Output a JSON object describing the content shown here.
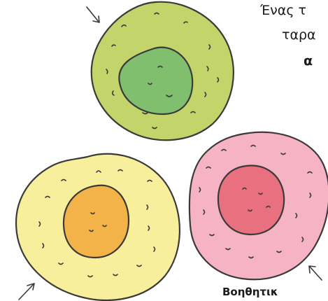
{
  "text_lines": {
    "line1": "Ένας τ",
    "line2": "ταρα",
    "line3": "α",
    "caption": "Βοηθητικ"
  },
  "colors": {
    "green_outer": "#c3d46a",
    "green_inner": "#7fbf6e",
    "yellow_outer": "#f8ef9c",
    "orange_inner": "#f4b348",
    "pink_outer": "#f5b3c3",
    "red_inner": "#e9707f",
    "outline": "#3a3a3a"
  },
  "cells": [
    {
      "name": "green-cell",
      "outer_color": "green_outer",
      "inner_color": "green_inner"
    },
    {
      "name": "yellow-cell",
      "outer_color": "yellow_outer",
      "inner_color": "orange_inner"
    },
    {
      "name": "pink-cell",
      "outer_color": "pink_outer",
      "inner_color": "red_inner"
    }
  ]
}
